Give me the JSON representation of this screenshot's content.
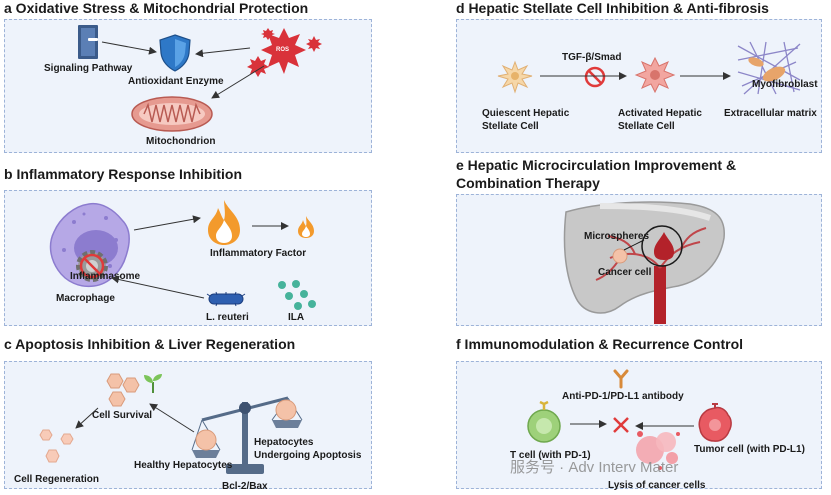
{
  "panel_a": {
    "title": "a Oxidative Stress & Mitochondrial Protection",
    "signaling": "Signaling Pathway",
    "antioxidant": "Antioxidant Enzyme",
    "ros": "ROS",
    "mitochondrion": "Mitochondrion"
  },
  "panel_b": {
    "title": "b Inflammatory Response Inhibition",
    "inflammasome": "Inflammasome",
    "macrophage": "Macrophage",
    "inflammatory_factor": "Inflammatory Factor",
    "l_reuteri": "L. reuteri",
    "ila": "ILA"
  },
  "panel_c": {
    "title": "c Apoptosis Inhibition & Liver Regeneration",
    "cell_survival": "Cell Survival",
    "cell_regeneration": "Cell Regeneration",
    "healthy": "Healthy Hepatocytes",
    "apoptosis": [
      "Hepatocytes",
      "Undergoing Apoptosis"
    ],
    "bcl": "Bcl-2/Bax"
  },
  "panel_d": {
    "title": "d Hepatic Stellate Cell Inhibition & Anti-fibrosis",
    "tgf": "TGF-β/Smad",
    "quiescent": [
      "Quiescent Hepatic",
      "Stellate Cell"
    ],
    "activated": [
      "Activated Hepatic",
      "Stellate Cell"
    ],
    "myofibroblast": "Myofibroblast",
    "ecm": "Extracellular matrix"
  },
  "panel_e": {
    "title_line1": "e Hepatic Microcirculation Improvement &",
    "title_line2": "Combination Therapy",
    "microspheres": "Microspheres",
    "cancer_cell": "Cancer cell"
  },
  "panel_f": {
    "title": "f Immunomodulation & Recurrence Control",
    "antibody": "Anti-PD-1/PD-L1 antibody",
    "tcell": "T cell (with PD-1)",
    "tumor": "Tumor cell (with PD-L1)",
    "lysis": "Lysis of cancer cells"
  },
  "watermark": "服务号 · Adv Interv Mater",
  "colors": {
    "panel_bg": "#eef3fb",
    "panel_border": "#9db3d8",
    "inhibit_red": "#e03a3a",
    "shield_blue": "#2e78c7",
    "ros_red": "#d9323a",
    "mito_pink": "#e69a90",
    "macrophage_purple": "#b6a8e6",
    "flame_orange": "#f39a2c",
    "hepatocyte_peach": "#f4c2a8",
    "tcell_green": "#9ed17a"
  }
}
